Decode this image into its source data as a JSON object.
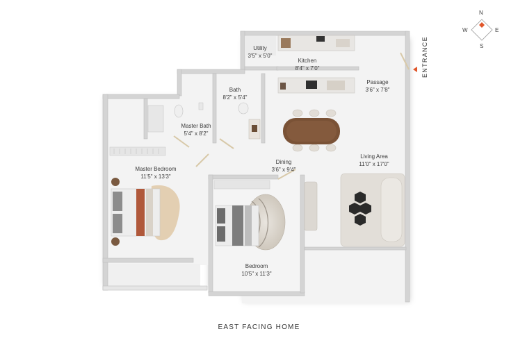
{
  "rooms": [
    {
      "id": "utility",
      "name": "Utility",
      "dims": "3'5\" x 5'0\""
    },
    {
      "id": "kitchen",
      "name": "Kitchen",
      "dims": "8'4\" x 7'0\""
    },
    {
      "id": "passage",
      "name": "Passage",
      "dims": "3'6\" x 7'8\""
    },
    {
      "id": "bath",
      "name": "Bath",
      "dims": "8'2\" x 5'4\""
    },
    {
      "id": "master_bath",
      "name": "Master Bath",
      "dims": "5'4\" x 8'2\""
    },
    {
      "id": "dining",
      "name": "Dining",
      "dims": "3'6\" x 9'4\""
    },
    {
      "id": "living",
      "name": "Living Area",
      "dims": "11'0\" x 17'0\""
    },
    {
      "id": "master_bedroom",
      "name": "Master Bedroom",
      "dims": "11'5\" x 13'3\""
    },
    {
      "id": "bedroom",
      "name": "Bedroom",
      "dims": "10'5\" x 11'3\""
    }
  ],
  "entrance_label": "ENTRANCE",
  "caption": "EAST FACING HOME",
  "compass": {
    "n": "N",
    "e": "E",
    "s": "S",
    "w": "W",
    "accent": "#e0562a"
  },
  "colors": {
    "wall": "#d6d6d6",
    "floor": "#f5f5f5",
    "wood": "#7a5236"
  }
}
